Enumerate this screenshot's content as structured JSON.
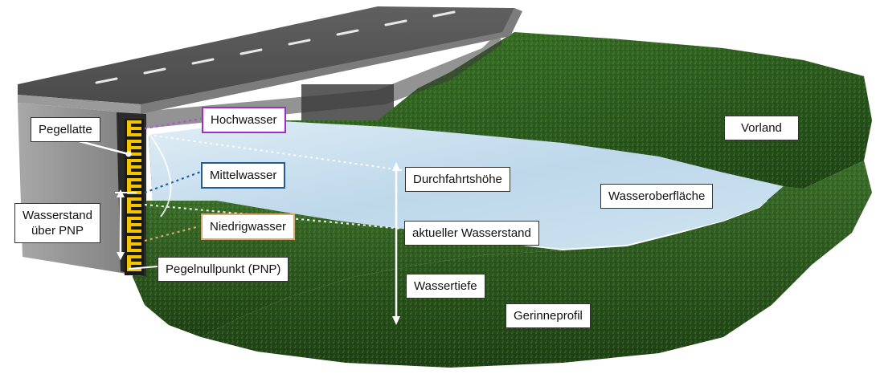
{
  "labels": {
    "pegellatte": "Pegellatte",
    "hochwasser": "Hochwasser",
    "mittelwasser": "Mittelwasser",
    "niedrigwasser": "Niedrigwasser",
    "wasserstand_line1": "Wasserstand",
    "wasserstand_line2": "über PNP",
    "pegelnullpunkt": "Pegelnullpunkt (PNP)",
    "durchfahrtshoehe": "Durchfahrtshöhe",
    "aktueller_wasserstand": "aktueller Wasserstand",
    "wassertiefe": "Wassertiefe",
    "gerinneprofil": "Gerinneprofil",
    "vorland": "Vorland",
    "wasseroberflaeche": "Wasseroberfläche"
  },
  "colors": {
    "hochwasser_border": "#9b30c8",
    "mittelwasser_border": "#1f5f99",
    "niedrigwasser_border": "#d8a96a",
    "grass_dark": "#1f4a18",
    "grass_light": "#4d8a35",
    "water": "#bcd8ea",
    "bridge_grey": "#8f8f8f",
    "gauge_yellow": "#f2c500"
  }
}
